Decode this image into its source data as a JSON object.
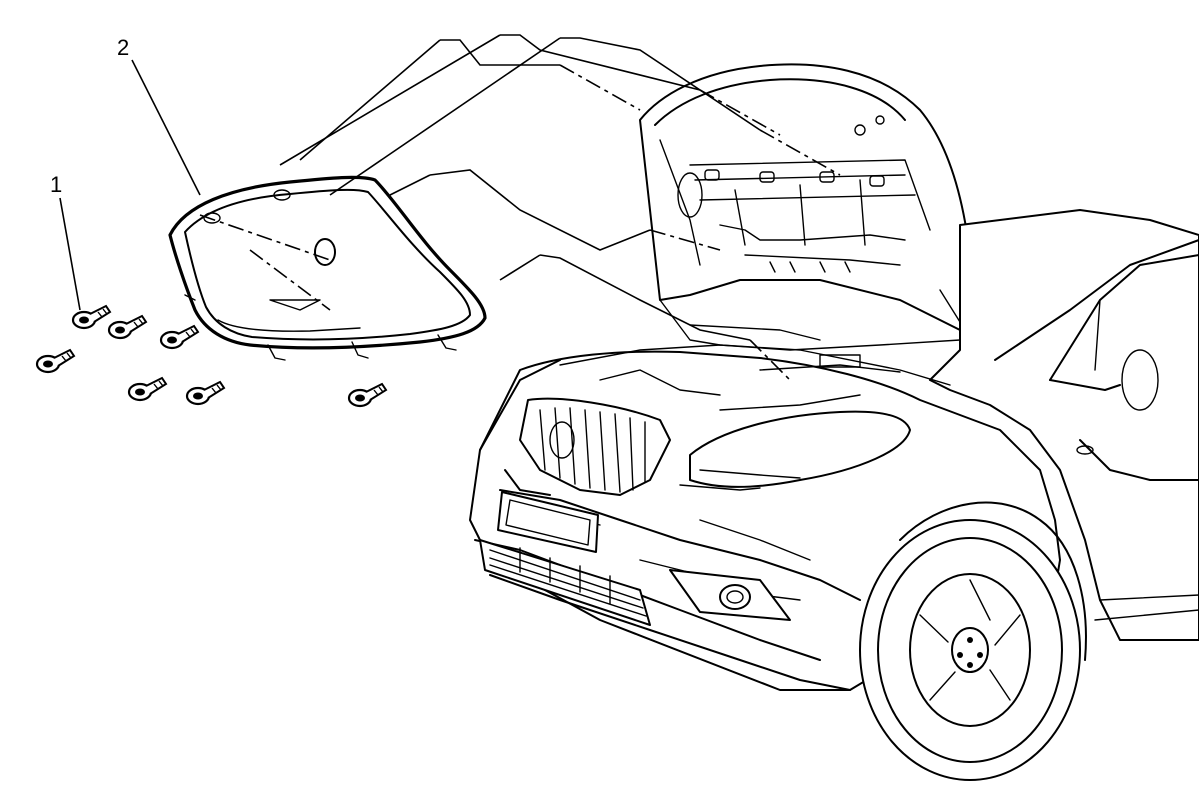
{
  "callouts": [
    {
      "id": "1",
      "label": "1"
    },
    {
      "id": "2",
      "label": "2"
    }
  ],
  "icons": {
    "fastener": "push-pin-retainer-icon",
    "insulator": "hood-insulator-panel",
    "vehicle": "vehicle-front-hood-open"
  },
  "fastener_count": 7
}
